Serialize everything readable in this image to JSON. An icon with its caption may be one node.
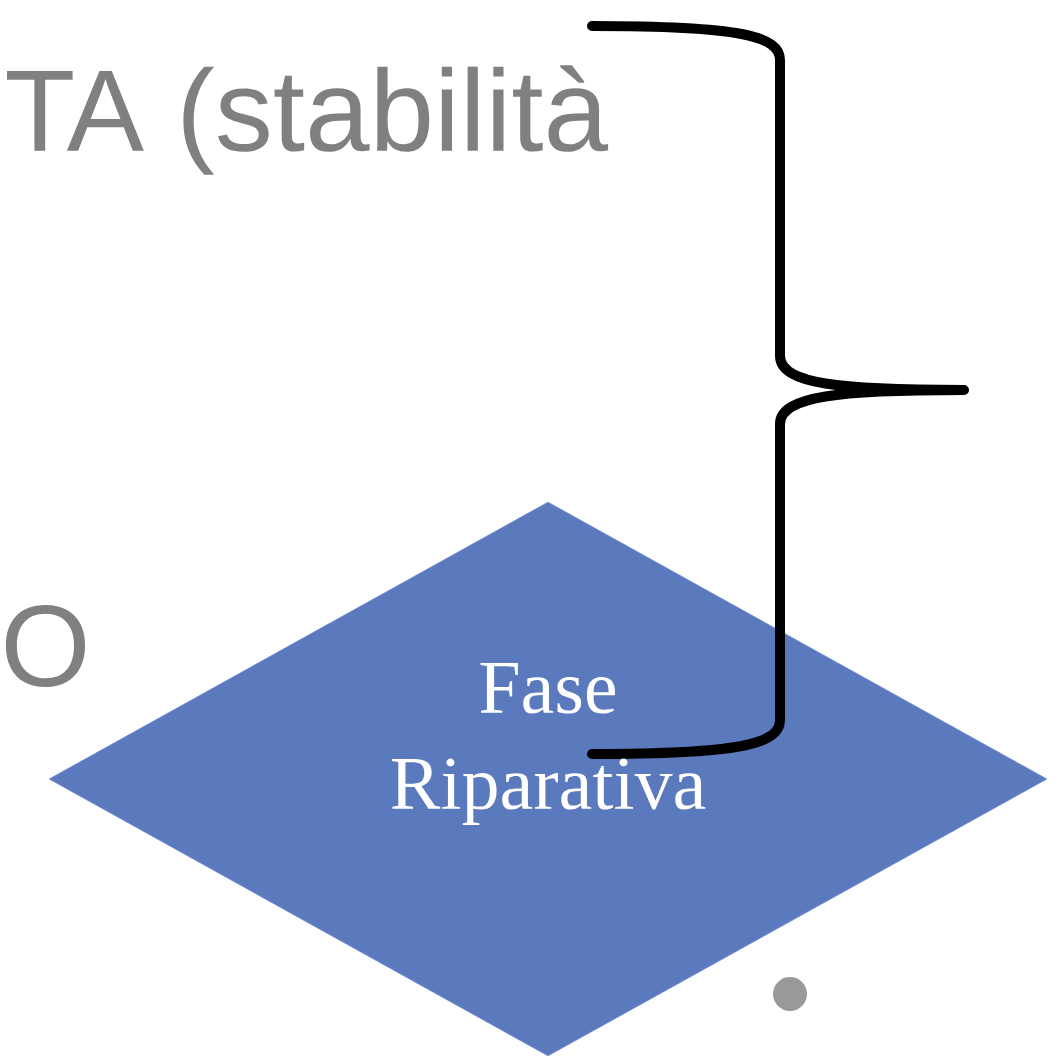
{
  "diagram": {
    "nodes": [
      {
        "text": [
          "Fase Riparativa"
        ]
      }
    ],
    "labels": [
      "TA (stabilità",
      "O"
    ]
  }
}
